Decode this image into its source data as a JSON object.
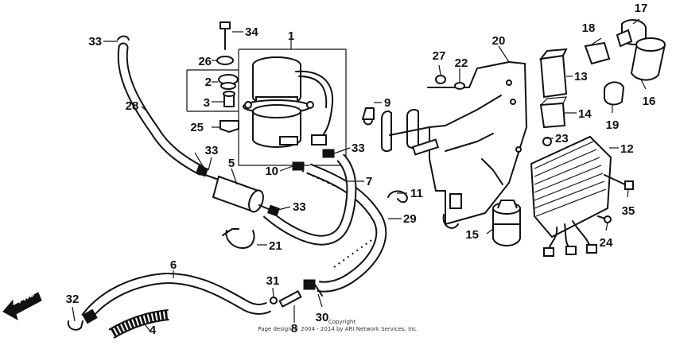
{
  "diagram": {
    "callouts": {
      "p1": "1",
      "p2": "2",
      "p3": "3",
      "p4": "4",
      "p5": "5",
      "p6": "6",
      "p7": "7",
      "p8": "8",
      "p9": "9",
      "p10": "10",
      "p11": "11",
      "p12": "12",
      "p13": "13",
      "p14": "14",
      "p15": "15",
      "p16": "16",
      "p17": "17",
      "p18": "18",
      "p19": "19",
      "p20": "20",
      "p21": "21",
      "p22": "22",
      "p23": "23",
      "p24": "24",
      "p25": "25",
      "p26": "26",
      "p27": "27",
      "p28": "28",
      "p29": "29",
      "p30": "30",
      "p31": "31",
      "p32": "32",
      "p33": "33",
      "p34": "34",
      "p35": "35"
    },
    "fwd_label": "FWD",
    "copyright": {
      "line1": "Copyright",
      "line2": "Page design © 2004 - 2014 by ARI Network Services, Inc."
    }
  }
}
